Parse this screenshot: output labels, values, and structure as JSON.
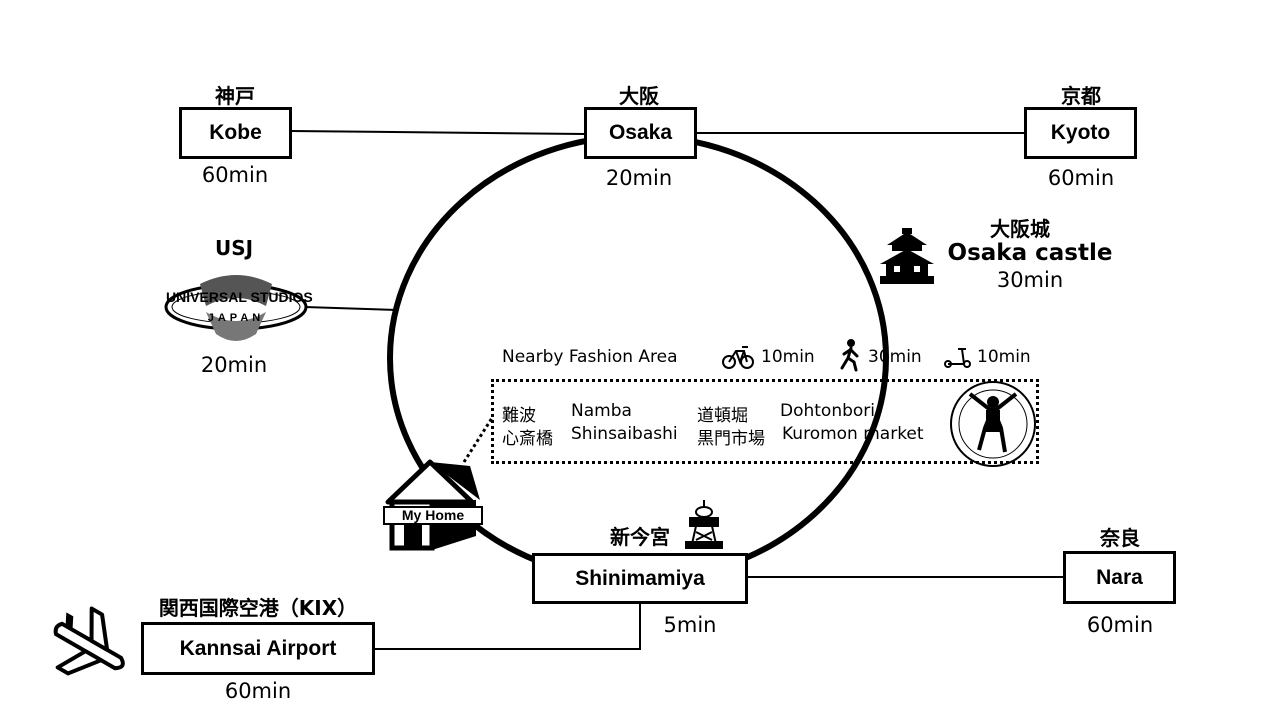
{
  "stations": {
    "kobe": {
      "jp": "神戸",
      "name": "Kobe",
      "time": "60min"
    },
    "osaka": {
      "jp": "大阪",
      "name": "Osaka",
      "time": "20min"
    },
    "kyoto": {
      "jp": "京都",
      "name": "Kyoto",
      "time": "60min"
    },
    "shinimamiya": {
      "jp": "新今宮",
      "name": "Shinimamiya",
      "time": "5min"
    },
    "nara": {
      "jp": "奈良",
      "name": "Nara",
      "time": "60min"
    },
    "kansai": {
      "jp": "関西国際空港（KIX）",
      "name": "Kannsai Airport",
      "time": "60min"
    }
  },
  "usj": {
    "label": "USJ",
    "logo_top": "UNIVERSAL STUDIOS",
    "logo_bottom": "JAPAN",
    "time": "20min"
  },
  "castle": {
    "jp": "大阪城",
    "name": "Osaka castle",
    "time": "30min"
  },
  "home": {
    "label": "My Home"
  },
  "fashion": {
    "title": "Nearby Fashion Area",
    "modes": [
      {
        "icon": "bicycle-icon",
        "time": "10min"
      },
      {
        "icon": "walking-person-icon",
        "time": "30min"
      },
      {
        "icon": "kick-scooter-icon",
        "time": "10min"
      }
    ],
    "areas": [
      {
        "jp": "難波",
        "en": "Namba"
      },
      {
        "jp": "道頓堀",
        "en": "Dohtonbori"
      },
      {
        "jp": "心斎橋",
        "en": "Shinsaibashi"
      },
      {
        "jp": "黒門市場",
        "en": "Kuromon market"
      }
    ]
  },
  "icons": {
    "castle": "castle-icon",
    "tower": "tsutenkaku-tower-icon",
    "airplane": "airplane-icon",
    "home": "house-icon",
    "glico": "glico-running-man-icon"
  }
}
